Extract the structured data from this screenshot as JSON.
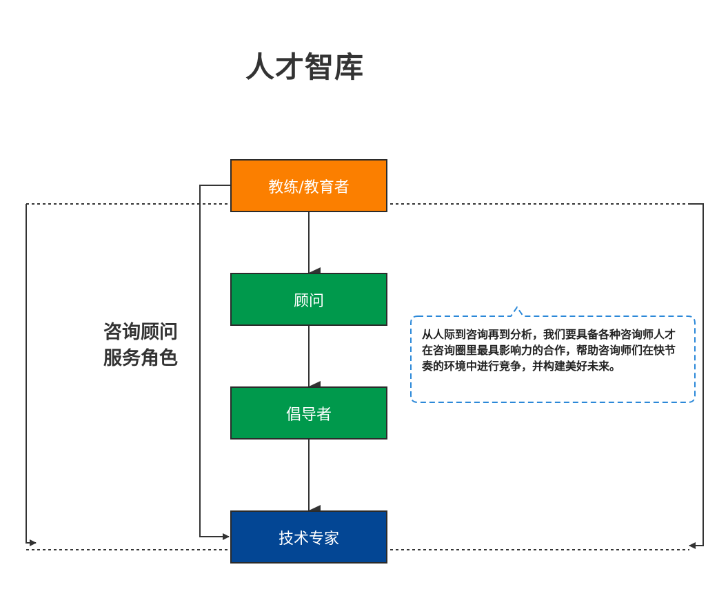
{
  "title": "人才智库",
  "side_label": {
    "line1": "咨询顾问",
    "line2": "服务角色"
  },
  "roles": [
    {
      "label": "教练/教育者",
      "color": "#fb7f00"
    },
    {
      "label": "顾问",
      "color": "#00994c"
    },
    {
      "label": "倡导者",
      "color": "#00994c"
    },
    {
      "label": "技术专家",
      "color": "#034694"
    }
  ],
  "callout": {
    "text": "从人际到咨询再到分析，我们要具备各种咨询师人才在咨询圈里最具影响力的合作，帮助咨询师们在快节奏的环境中进行竞争，并构建美好未来。",
    "border_color": "#2b88d8"
  }
}
